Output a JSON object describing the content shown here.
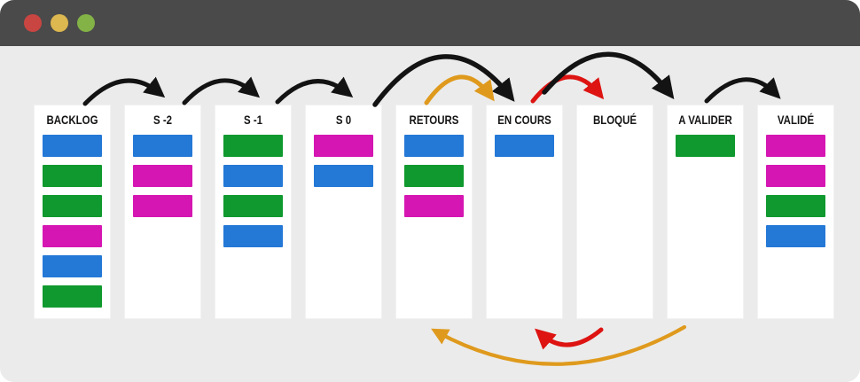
{
  "window": {
    "background": "#ebebeb",
    "titlebar": {
      "bg": "#4a4a4a",
      "buttons": [
        {
          "name": "close",
          "color": "#c94541"
        },
        {
          "name": "minimize",
          "color": "#ddb74f"
        },
        {
          "name": "maximize",
          "color": "#83b246"
        }
      ]
    }
  },
  "colors": {
    "blue": "#2478d6",
    "green": "#0f992e",
    "magenta": "#d516b2",
    "arrow_black": "#131313",
    "arrow_orange": "#df9a1d",
    "arrow_red": "#dd1412",
    "column_bg": "#ffffff"
  },
  "board": {
    "columns": [
      {
        "label": "BACKLOG",
        "cards": [
          "blue",
          "green",
          "green",
          "magenta",
          "blue",
          "green"
        ]
      },
      {
        "label": "S -2",
        "cards": [
          "blue",
          "magenta",
          "magenta"
        ]
      },
      {
        "label": "S -1",
        "cards": [
          "green",
          "blue",
          "green",
          "blue"
        ]
      },
      {
        "label": "S 0",
        "cards": [
          "magenta",
          "blue"
        ]
      },
      {
        "label": "RETOURS",
        "cards": [
          "blue",
          "green",
          "magenta"
        ]
      },
      {
        "label": "EN COURS",
        "cards": [
          "blue"
        ]
      },
      {
        "label": "BLOQUÉ",
        "cards": []
      },
      {
        "label": "A VALIDER",
        "cards": [
          "green"
        ]
      },
      {
        "label": "VALIDÉ",
        "cards": [
          "magenta",
          "magenta",
          "green",
          "blue"
        ]
      }
    ]
  },
  "arrows": [
    {
      "from": "BACKLOG",
      "to": "S -2",
      "color": "black",
      "position": "top"
    },
    {
      "from": "S -2",
      "to": "S -1",
      "color": "black",
      "position": "top"
    },
    {
      "from": "S -1",
      "to": "S 0",
      "color": "black",
      "position": "top"
    },
    {
      "from": "S 0",
      "to": "EN COURS",
      "color": "black",
      "position": "top"
    },
    {
      "from": "RETOURS",
      "to": "EN COURS",
      "color": "orange",
      "position": "top"
    },
    {
      "from": "EN COURS",
      "to": "BLOQUÉ",
      "color": "red",
      "position": "top"
    },
    {
      "from": "EN COURS",
      "to": "A VALIDER",
      "color": "black",
      "position": "top"
    },
    {
      "from": "A VALIDER",
      "to": "VALIDÉ",
      "color": "black",
      "position": "top"
    },
    {
      "from": "BLOQUÉ",
      "to": "EN COURS",
      "color": "red",
      "position": "bottom"
    },
    {
      "from": "A VALIDER",
      "to": "RETOURS",
      "color": "orange",
      "position": "bottom"
    }
  ]
}
